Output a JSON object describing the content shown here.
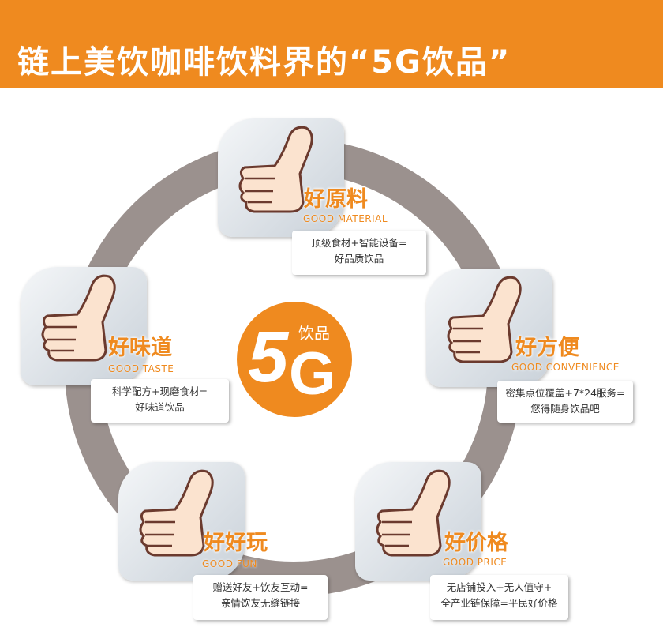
{
  "header": {
    "title": "链上美饮咖啡饮料界的“5G饮品”"
  },
  "badge": {
    "five": "5",
    "g": "G",
    "label": "饮品"
  },
  "items": [
    {
      "title": "好原料",
      "subtitle": "GOOD MATERIAL",
      "line1": "顶级食材+智能设备=",
      "line2": "好品质饮品"
    },
    {
      "title": "好味道",
      "subtitle": "GOOD TASTE",
      "line1": "科学配方+现磨食材=",
      "line2": "好味道饮品"
    },
    {
      "title": "好方便",
      "subtitle": "GOOD CONVENIENCE",
      "line1": "密集点位覆盖+7*24服务=",
      "line2": "您得随身饮品吧"
    },
    {
      "title": "好好玩",
      "subtitle": "GOOD FUN",
      "line1": "赠送好友+饮友互动=",
      "line2": "亲情饮友无缝链接"
    },
    {
      "title": "好价格",
      "subtitle": "GOOD PRICE",
      "line1": "无店铺投入+无人值守+",
      "line2": "全产业链保障=平民好价格"
    }
  ],
  "colors": {
    "accent": "#ef8a1f",
    "ring": "#9b918e"
  }
}
